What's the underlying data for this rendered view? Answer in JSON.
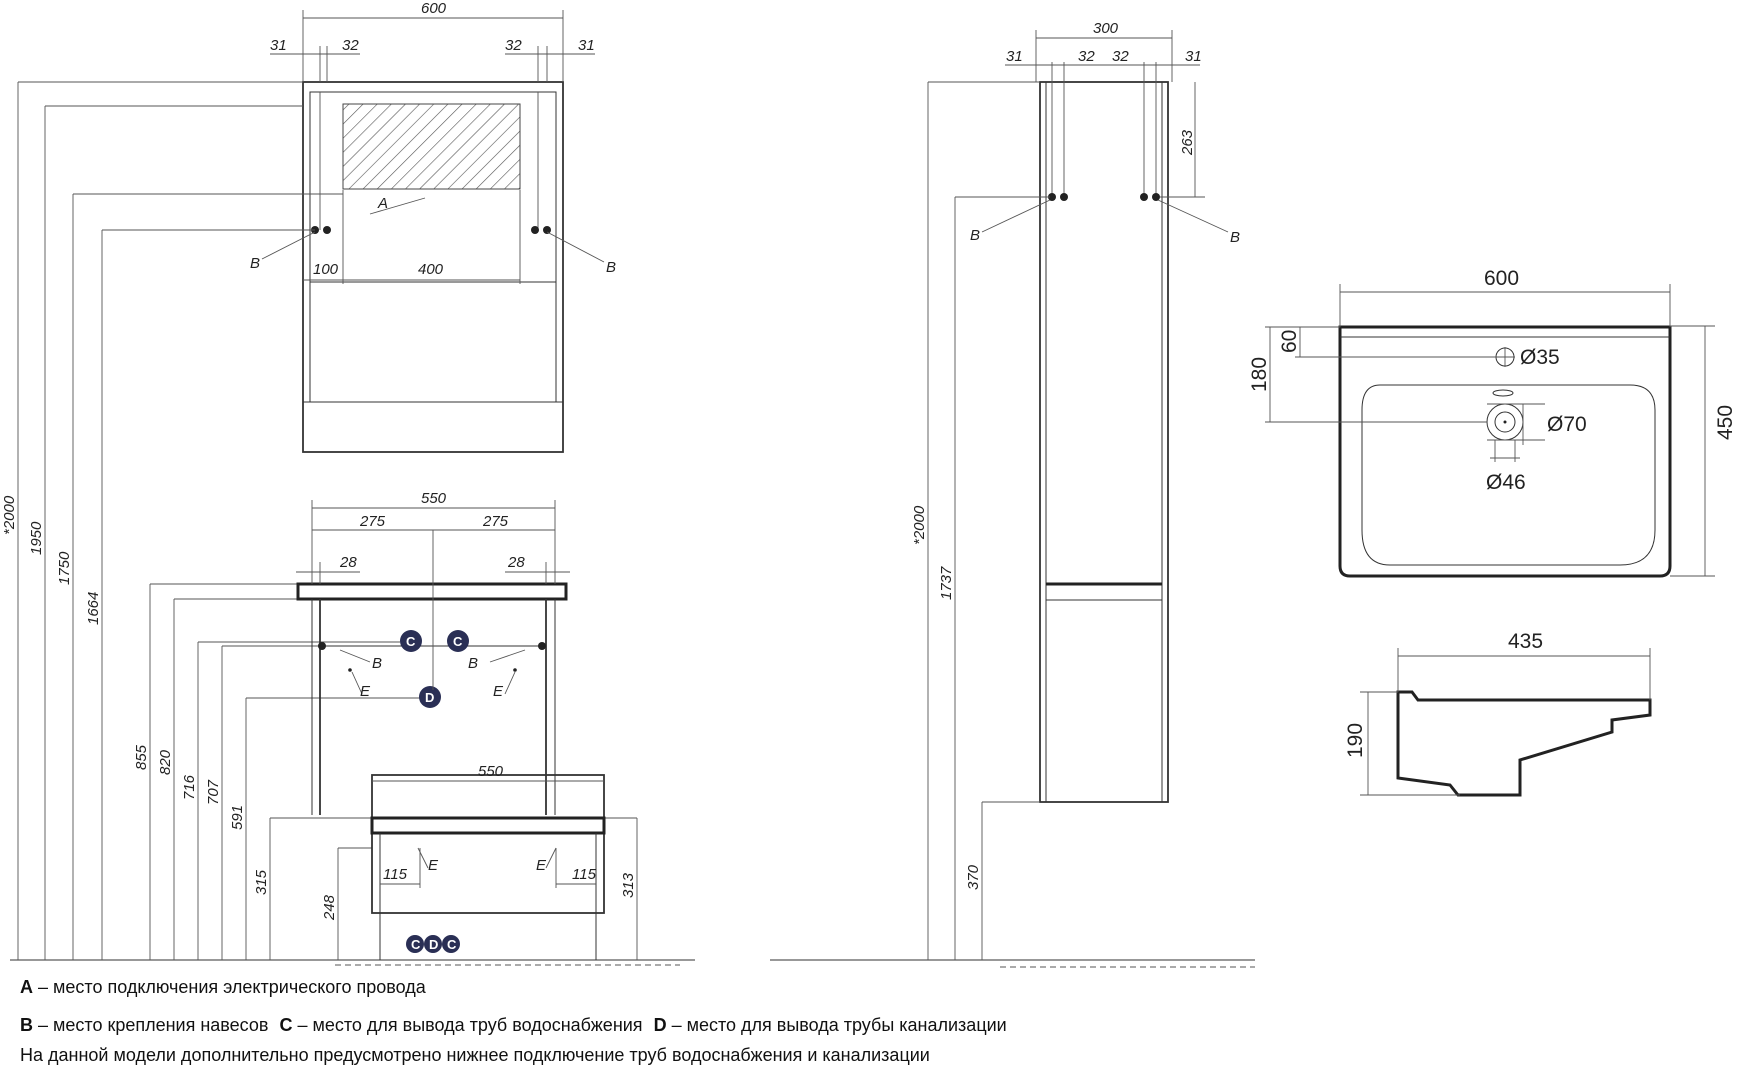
{
  "cabinet_top": {
    "width": "600",
    "left_offsets": [
      "31",
      "32"
    ],
    "right_offsets": [
      "32",
      "31"
    ],
    "inner_left": "100",
    "inner_width": "400",
    "mark_a": "A",
    "mark_b_left": "B",
    "mark_b_right": "B"
  },
  "vanity": {
    "width": "550",
    "half_left": "275",
    "half_right": "275",
    "side_left": "28",
    "side_right": "28",
    "lower_width": "550",
    "leg_left": "115",
    "leg_right": "115",
    "mark_b_left": "B",
    "mark_b_right": "B",
    "mark_e": [
      "E",
      "E",
      "E",
      "E"
    ],
    "badge_c": "C",
    "badge_d": "D"
  },
  "heights_left": {
    "h2000": "*2000",
    "h1950": "1950",
    "h1750": "1750",
    "h1664": "1664",
    "h855": "855",
    "h820": "820",
    "h716": "716",
    "h707": "707",
    "h591": "591",
    "h315": "315",
    "h248": "248",
    "h313": "313"
  },
  "column": {
    "width": "300",
    "offsets": [
      "31",
      "32",
      "32",
      "31"
    ],
    "h263": "263",
    "h2000": "*2000",
    "h1737": "1737",
    "h370": "370",
    "mark_b_left": "B",
    "mark_b_right": "B"
  },
  "basin_top": {
    "width": "600",
    "depth": "450",
    "h60": "60",
    "h180": "180",
    "d35": "Ø35",
    "d70": "Ø70",
    "d46": "Ø46"
  },
  "basin_side": {
    "width": "435",
    "height": "190"
  },
  "legend": {
    "a_key": "A",
    "a_text": " – место подключения электрического провода",
    "b_key": "B",
    "b_text": " – место крепления навесов ",
    "c_key": "C",
    "c_text": " – место для вывода труб водоснабжения ",
    "d_key": "D",
    "d_text": " – место для вывода трубы канализации",
    "note": "На данной модели дополнительно предусмотрено нижнее подключение труб водоснабжения и канализации"
  },
  "colors": {
    "line": "#333333",
    "badge": "#2a2f55"
  }
}
